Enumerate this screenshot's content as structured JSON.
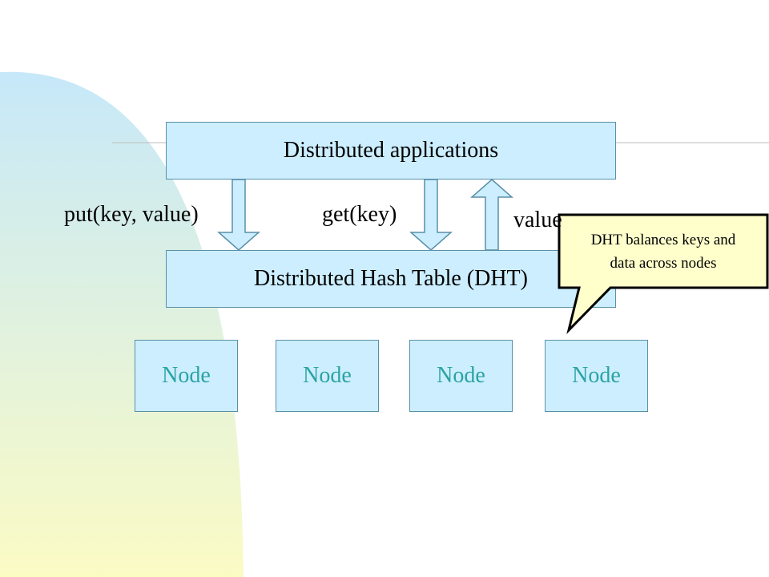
{
  "diagram": {
    "top_box": "Distributed applications",
    "middle_box": "Distributed Hash Table (DHT)",
    "nodes": [
      "Node",
      "Node",
      "Node",
      "Node"
    ],
    "arrows": {
      "put_label": "put(key, value)",
      "get_label": "get(key)",
      "value_label": "value"
    },
    "callout": {
      "line1": "DHT balances keys and",
      "line2": "data across nodes"
    }
  },
  "colors": {
    "box_fill": "#cceeff",
    "callout_fill": "#ffffcc",
    "node_text": "#2ba3a3"
  }
}
